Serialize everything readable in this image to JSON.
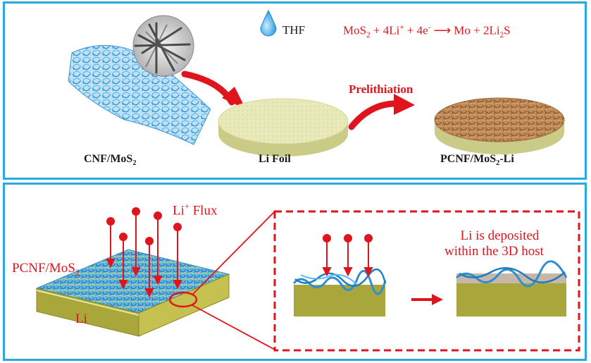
{
  "top_panel": {
    "cnf_label": {
      "base": "CNF/MoS",
      "sub": "2"
    },
    "li_foil_label": "Li Foil",
    "pcnf_label": {
      "base": "PCNF/MoS",
      "sub": "2",
      "tail": "-Li"
    },
    "thf_label": "THF",
    "prelithiation_label": "Prelithiation",
    "equation": {
      "p1": "MoS",
      "s1": "2",
      "p2": " + 4Li",
      "sup1": "+",
      "p3": " + 4e",
      "sup2": "-",
      "arrow": " ⟶ ",
      "p4": "Mo + 2Li",
      "s2": "2",
      "p5": "S"
    }
  },
  "bottom_panel": {
    "flux_label": {
      "base": "Li",
      "sup": "+",
      "tail": " Flux"
    },
    "pcnf_label": {
      "base": "PCNF/MoS",
      "sub": "2"
    },
    "li_label": "Li",
    "deposit_line1": "Li is deposited",
    "deposit_line2": "within the 3D host"
  },
  "colors": {
    "border": "#2aa8e0",
    "red": "#e0141c",
    "li_olive": "#a9a63c",
    "fiber_blue": "#4aa6dc",
    "li_foil": "#e6e7b2",
    "pcnf_brown": "#b97e4b"
  }
}
